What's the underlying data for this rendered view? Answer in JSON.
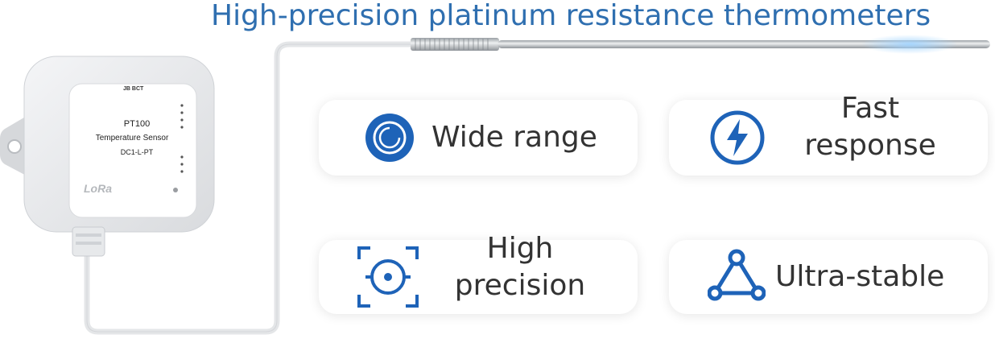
{
  "title": "High-precision platinum resistance thermometers",
  "device": {
    "brand": "JB BCT",
    "line1": "PT100",
    "line2": "Temperature Sensor",
    "line3": "DC1-L-PT",
    "logo": "LoRa"
  },
  "features": [
    {
      "label": "Wide range",
      "icon": "range-icon"
    },
    {
      "label": "Fast\nresponse",
      "icon": "lightning-icon"
    },
    {
      "label": "High\nprecision",
      "icon": "precision-target-icon"
    },
    {
      "label": "Ultra-stable",
      "icon": "triangle-nodes-icon"
    }
  ],
  "colors": {
    "accent": "#1e63b8",
    "title": "#2f6fb0"
  }
}
